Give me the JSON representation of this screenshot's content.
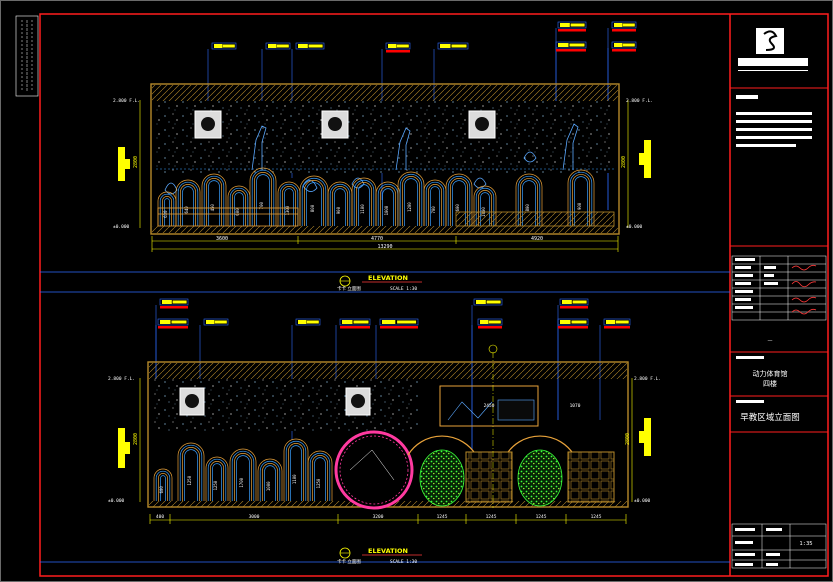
{
  "colors": {
    "background": "#000000",
    "frame": "#ff1e1e",
    "leader": "#2e6cff",
    "tag_fill": "#ffff00",
    "tag_bar": "#ff0000",
    "wall": "#b78a2a",
    "arch_warm": "#e8a23a",
    "arch_cool": "#3aa0ff",
    "circle": "#ff3aa0",
    "tree": "#3aff3a",
    "dim": "#ffff00",
    "text": "#ffffff",
    "note": "#ff3a3a"
  },
  "upper": {
    "dims_bottom": [
      "3600",
      "4770",
      "4920"
    ],
    "dim_total": "13290",
    "height_left": "2800",
    "height_right": "2800",
    "level_top": "2.800 F.L.",
    "level_bottom": "±0.000",
    "arch_labels": [
      "630",
      "640",
      "450",
      "600",
      "700",
      "1300",
      "800",
      "900",
      "1100",
      "1000",
      "1200",
      "700",
      "600",
      "1000",
      "800",
      "900"
    ]
  },
  "lower": {
    "dims_bottom": [
      "400",
      "3000",
      "3200",
      "1245",
      "1245",
      "1245",
      "1245"
    ],
    "height_left": "2800",
    "height_right": "2800",
    "level_top": "2.800 F.L.",
    "level_bottom": "±0.000",
    "panel_labels": [
      "2450",
      "1070"
    ],
    "arch_labels": [
      "1250",
      "1250",
      "1700",
      "1000",
      "1100",
      "1250",
      "600",
      "800"
    ]
  },
  "titles": {
    "title_1": "ELEVATION",
    "sub_1a": "卡卡 立面图",
    "sub_1b": "SCALE 1:30",
    "title_2": "ELEVATION",
    "sub_2a": "卡卡 立面图",
    "sub_2b": "SCALE 1:30"
  },
  "title_block": {
    "project_line1": "动力体育馆",
    "project_line2": "四楼",
    "drawing_name": "早教区域立面图",
    "scale": "1:35",
    "dash": "—"
  }
}
